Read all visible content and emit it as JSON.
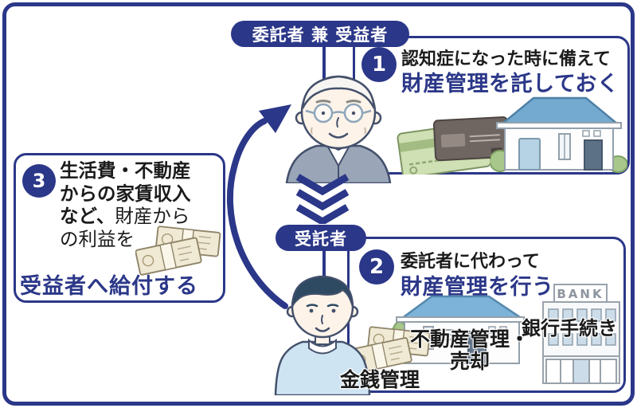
{
  "roles": {
    "settlor_beneficiary": "委託者 兼 受益者",
    "trustee": "受託者"
  },
  "steps": {
    "one": {
      "num": "1",
      "line1": "認知症になった時に備えて",
      "line2": "財産管理を託しておく"
    },
    "two": {
      "num": "2",
      "line1": "委託者に代わって",
      "line2": "財産管理を行う"
    },
    "three": {
      "num": "3",
      "line1": "生活費・不動産",
      "line2": "からの家賃収入",
      "line3_bold": "など、",
      "line3_normal": "財産から",
      "line4": "の利益を",
      "highlight": "受益者へ給付する"
    }
  },
  "task_labels": {
    "money": "金銭管理",
    "real_estate_line1": "不動産管理・",
    "real_estate_line2": "売却",
    "bank": "銀行手続き"
  },
  "bank_sign": "BANK",
  "colors": {
    "navy": "#2b3788",
    "text": "#1b1b1b"
  }
}
